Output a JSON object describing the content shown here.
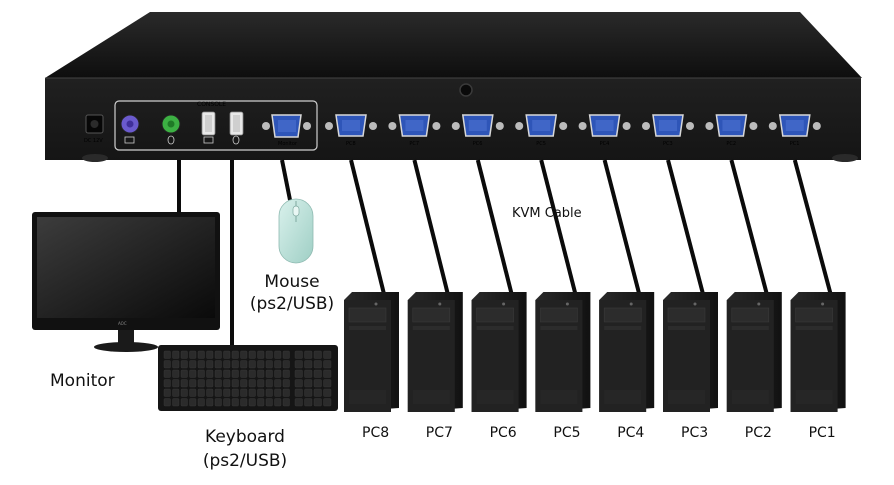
{
  "labels": {
    "console": "CONSOLE",
    "dc": "DC 12V",
    "monitor_port": "Monitor",
    "kvm_cable": "KVM Cable",
    "monitor": "Monitor",
    "mouse_line1": "Mouse",
    "mouse_line2": "(ps2/USB)",
    "keyboard_line1": "Keyboard",
    "keyboard_line2": "(ps2/USB)"
  },
  "ports": [
    "PC8",
    "PC7",
    "PC6",
    "PC5",
    "PC4",
    "PC3",
    "PC2",
    "PC1"
  ],
  "pcs": [
    "PC8",
    "PC7",
    "PC6",
    "PC5",
    "PC4",
    "PC3",
    "PC2",
    "PC1"
  ],
  "colors": {
    "switch_body": "#1c1c1c",
    "ps2_keyboard": "#6a5acd",
    "ps2_mouse": "#3cb043",
    "vga_port": "#2e55b8",
    "mouse_body": "#bfe3dc",
    "cable": "#0b0b0b"
  },
  "icons": [
    "dc-power-jack",
    "ps2-keyboard-port",
    "ps2-mouse-port",
    "usb-port",
    "vga-port"
  ]
}
